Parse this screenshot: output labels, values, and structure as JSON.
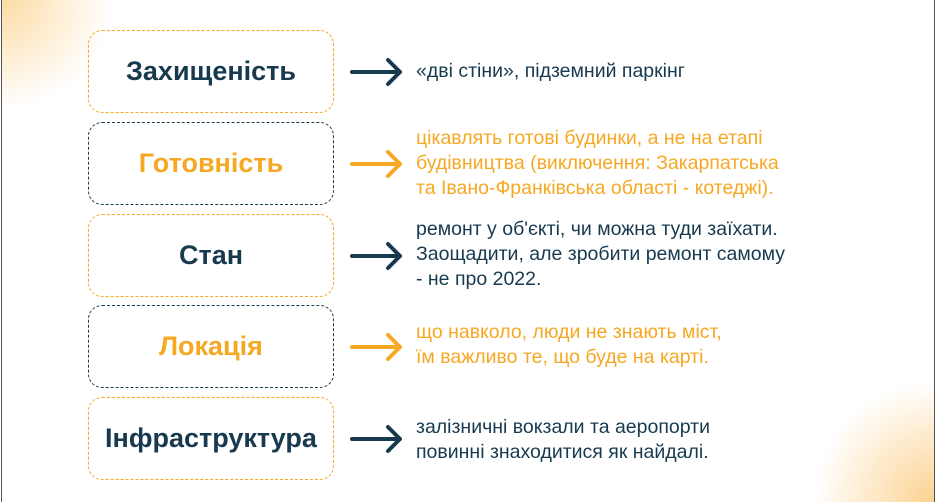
{
  "colors": {
    "dark": "#173a4f",
    "orange": "#f6a823"
  },
  "rows": [
    {
      "title": "Захищеність",
      "lines": [
        "«дві стіни», підземний паркінг"
      ]
    },
    {
      "title": "Готовність",
      "lines": [
        "цікавлять готові будинки, а не на етапі",
        "будівництва (виключення: Закарпатська",
        "та Івано-Франківська області - котеджі)."
      ]
    },
    {
      "title": "Стан",
      "lines": [
        "ремонт у об'єкті, чи можна туди заїхати.",
        "Заощадити, але зробити ремонт самому",
        "- не про 2022."
      ]
    },
    {
      "title": "Локація",
      "lines": [
        "що навколо, люди не знають міст,",
        "їм важливо те, що буде на карті."
      ]
    },
    {
      "title": "Інфраструктура",
      "lines": [
        "залізничні вокзали та аеропорти",
        "повинні знаходитися як найдалі."
      ]
    }
  ]
}
